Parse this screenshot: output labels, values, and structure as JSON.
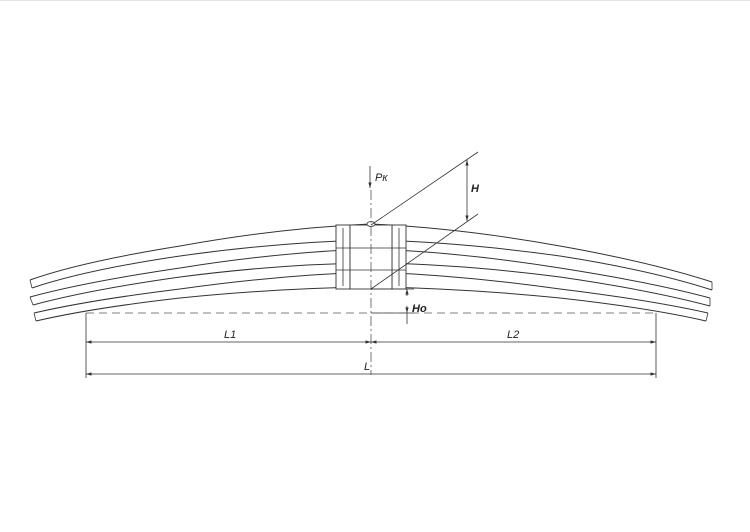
{
  "drawing": {
    "labels": {
      "load": "Pк",
      "height": "H",
      "height_zero": "Ho",
      "length_left": "L1",
      "length_right": "L2",
      "length_total": "L"
    }
  }
}
